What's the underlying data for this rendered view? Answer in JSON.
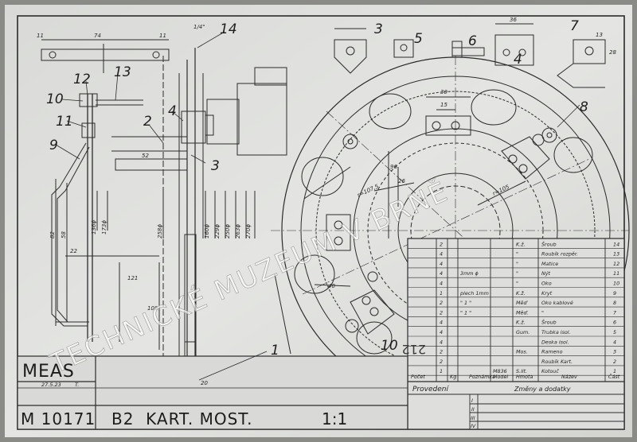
{
  "callouts": [
    "1",
    "2",
    "3",
    "4",
    "5",
    "6",
    "7",
    "8",
    "9",
    "10",
    "11",
    "12",
    "13",
    "14"
  ],
  "dimensions": {
    "top_width": "74",
    "small_a": "11",
    "small_b": "11",
    "d52": "52",
    "d30": "30",
    "d15": "15",
    "d36": "36",
    "d13": "13",
    "d28": "28",
    "d20": "20",
    "d121": "121",
    "d22": "22",
    "d108": "108",
    "dia_136": "136ϕ",
    "dia_173": "173ϕ",
    "dia_258": "258ϕ",
    "dia_160": "160ϕ",
    "dia_229": "229ϕ",
    "dia_250": "250ϕ",
    "dia_263": "263ϕ",
    "dia_270": "270ϕ",
    "r1075": "r=107,5",
    "r105": "r=105",
    "d96": "96",
    "d40": "40",
    "d26": "26",
    "d82": "82",
    "d58": "58",
    "d1_4": "1/4\""
  },
  "watermark": "TECHNICKÉ MUZEUM V BRNĚ",
  "stamp": "212",
  "parts_table": {
    "rows": [
      {
        "qty": "2",
        "note": "",
        "model": "",
        "material": "K.ž.",
        "name": "Šroub",
        "pos": "14"
      },
      {
        "qty": "4",
        "note": "",
        "model": "",
        "material": "\"",
        "name": "Roubík rozpěr.",
        "pos": "13"
      },
      {
        "qty": "4",
        "note": "",
        "model": "",
        "material": "\"",
        "name": "Matice",
        "pos": "12"
      },
      {
        "qty": "4",
        "note": "3mm ϕ",
        "model": "",
        "material": "\"",
        "name": "Nýt",
        "pos": "11"
      },
      {
        "qty": "4",
        "note": "",
        "model": "",
        "material": "\"",
        "name": "Oko",
        "pos": "10"
      },
      {
        "qty": "1",
        "note": "plech 1mm",
        "model": "",
        "material": "K.ž.",
        "name": "Kryt",
        "pos": "9"
      },
      {
        "qty": "2",
        "note": "\" 1 \"",
        "model": "",
        "material": "Měď",
        "name": "Oko kablové",
        "pos": "8"
      },
      {
        "qty": "2",
        "note": "\" 1 \"",
        "model": "",
        "material": "Měď.",
        "name": "\"",
        "pos": "7"
      },
      {
        "qty": "4",
        "note": "",
        "model": "",
        "material": "K.ž.",
        "name": "Šroub",
        "pos": "6"
      },
      {
        "qty": "4",
        "note": "",
        "model": "",
        "material": "Gum.",
        "name": "Trubka isol.",
        "pos": "5"
      },
      {
        "qty": "4",
        "note": "",
        "model": "",
        "material": "",
        "name": "Deska isol.",
        "pos": "4"
      },
      {
        "qty": "2",
        "note": "",
        "model": "",
        "material": "Mos.",
        "name": "Rameno",
        "pos": "3"
      },
      {
        "qty": "2",
        "note": "",
        "model": "",
        "material": "",
        "name": "Roubík Kart.",
        "pos": "2"
      },
      {
        "qty": "1",
        "note": "",
        "model": "M836",
        "material": "S.lit.",
        "name": "Kotouč",
        "pos": "1"
      }
    ],
    "headers": {
      "pocet": "Počet",
      "kg": "Kg",
      "poznamka": "Poznámka",
      "model": "Model",
      "hmota": "Hmota",
      "nazev": "Název",
      "cast": "Část"
    },
    "provedeni": "Provedení",
    "zmeny": "Změny a dodatky",
    "roman": [
      "I",
      "II",
      "III",
      "IV"
    ]
  },
  "title_block": {
    "company": "MEAS",
    "date": "27.5.23",
    "initial": "T.",
    "drawing_no": "M 10171",
    "title": "B2  KART. MOST.",
    "scale": "1:1"
  }
}
